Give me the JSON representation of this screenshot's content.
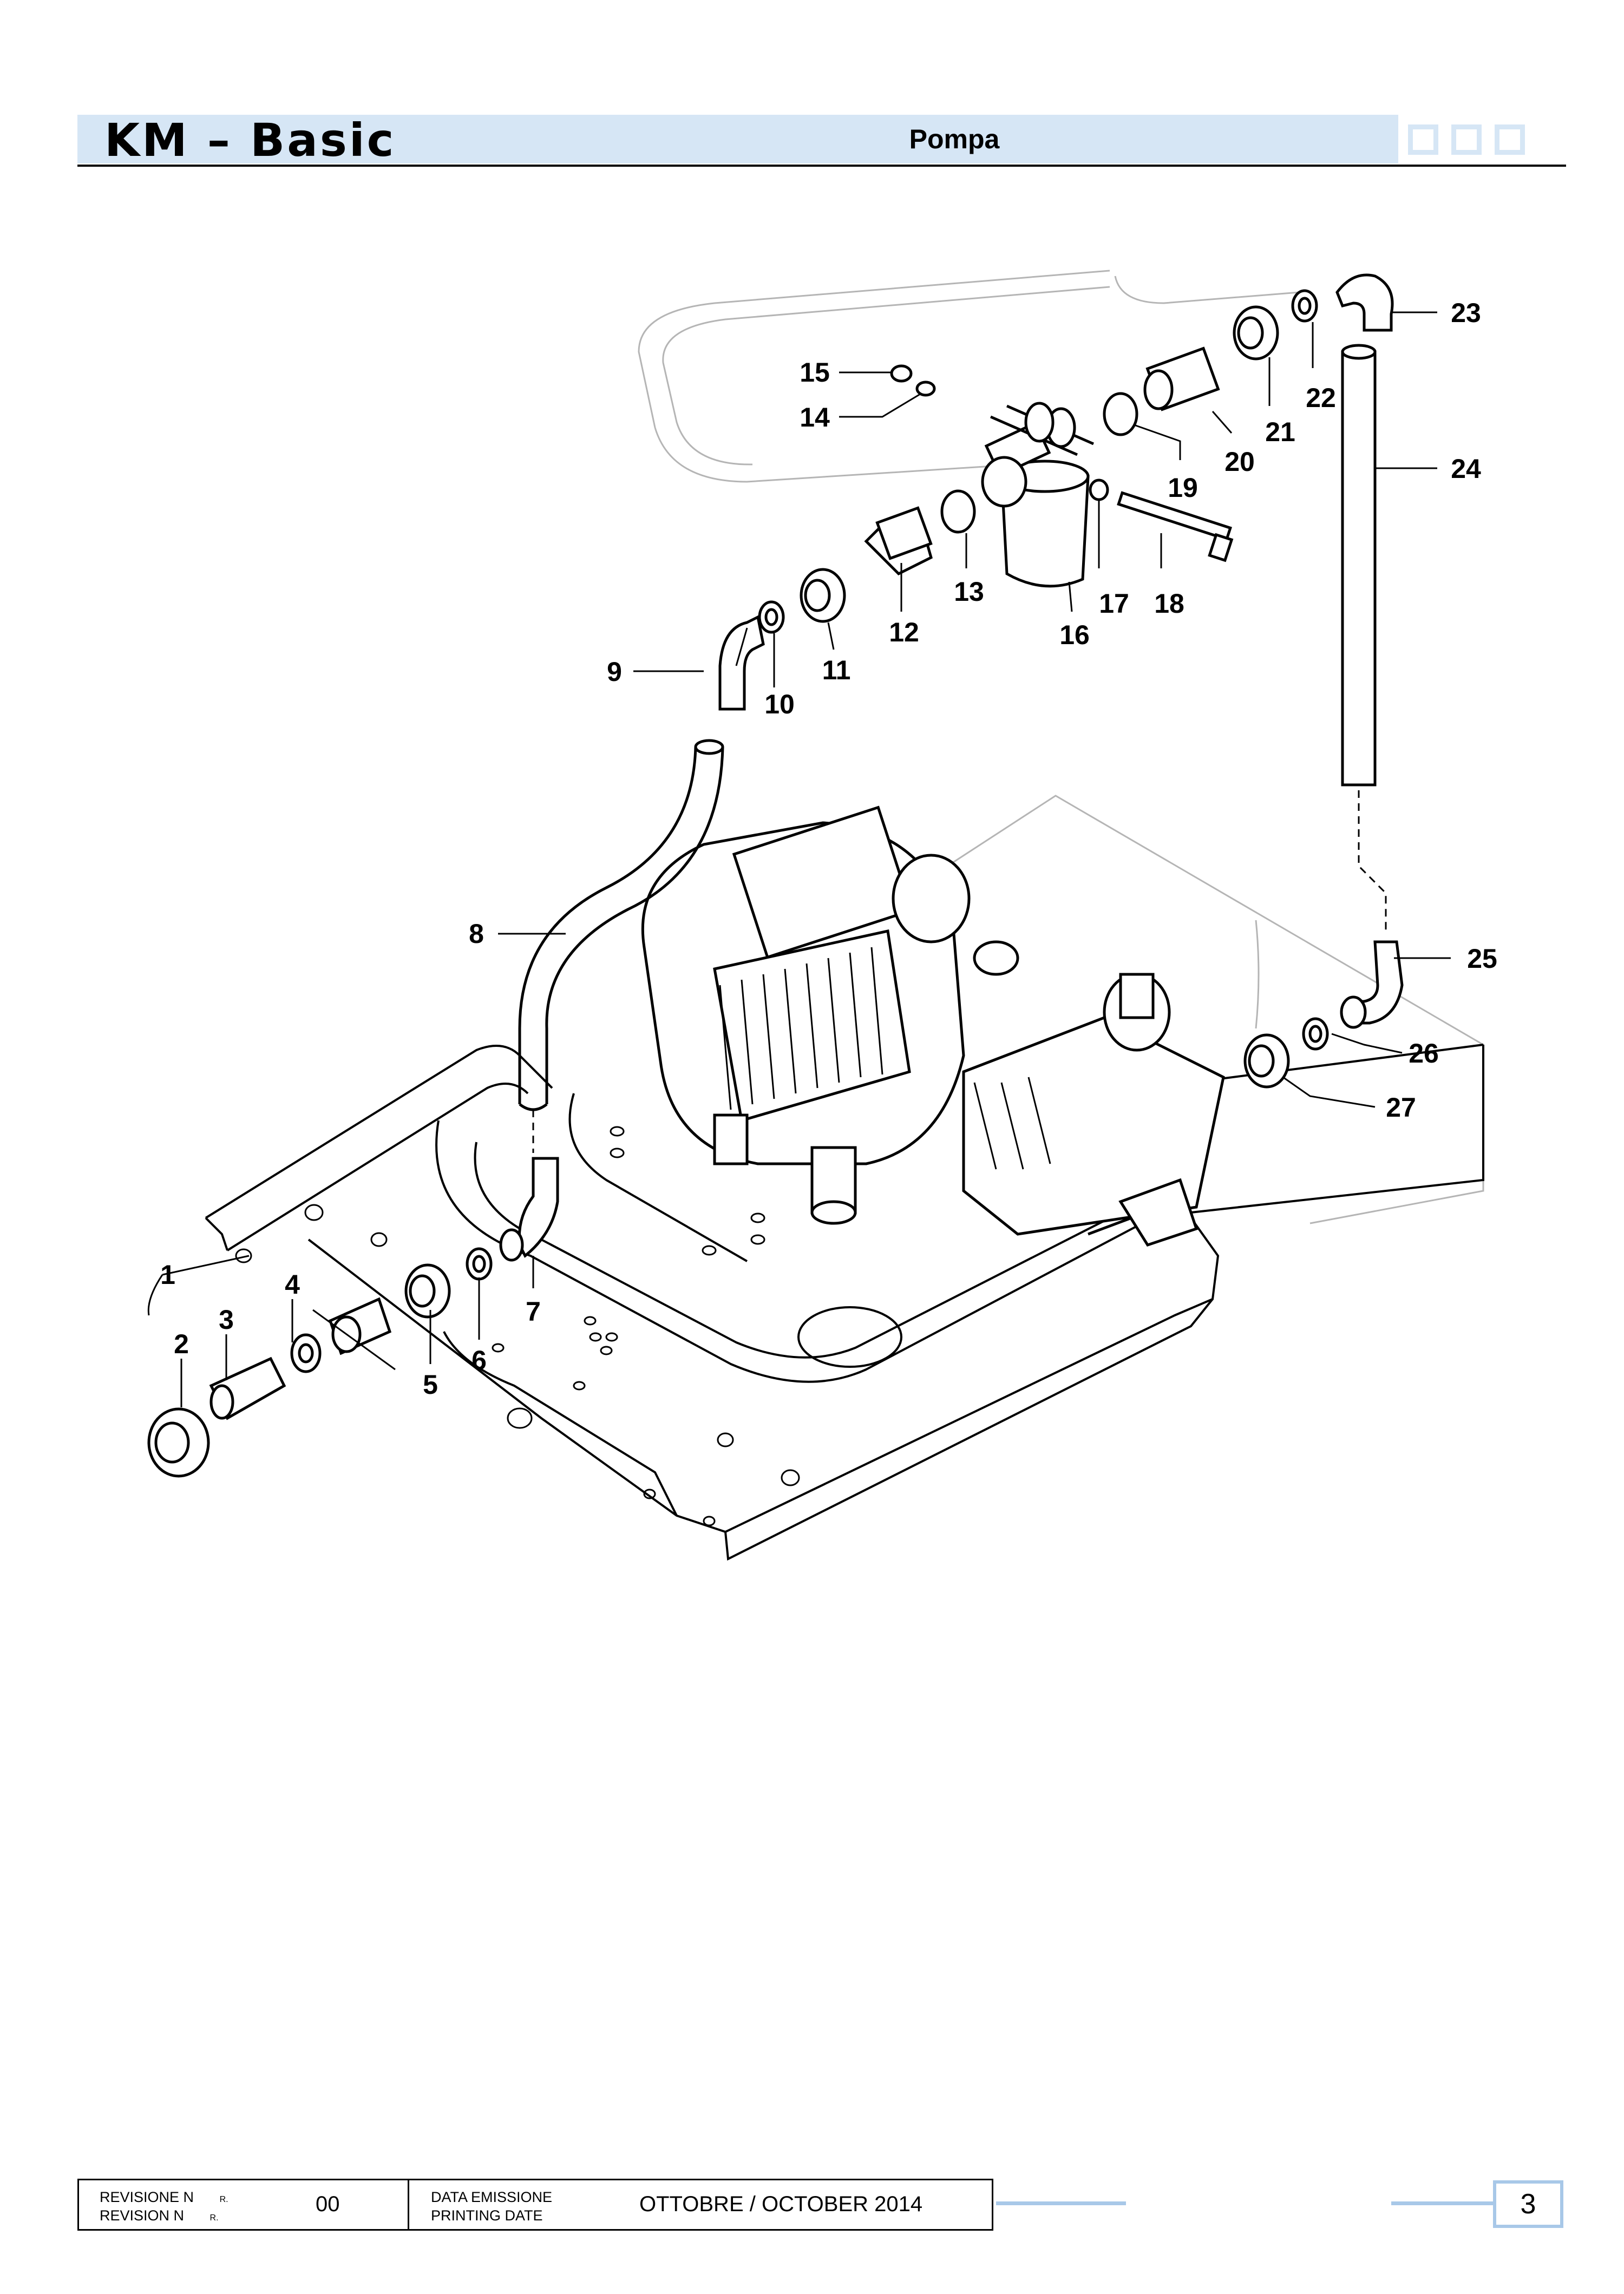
{
  "header": {
    "title": "KM – Basic",
    "section": "Pompa"
  },
  "callouts": [
    "1",
    "2",
    "3",
    "4",
    "5",
    "6",
    "7",
    "8",
    "9",
    "10",
    "11",
    "12",
    "13",
    "14",
    "15",
    "16",
    "17",
    "18",
    "19",
    "20",
    "21",
    "22",
    "23",
    "24",
    "25",
    "26",
    "27"
  ],
  "footer": {
    "revision_label_it": "REVISIONE N",
    "revision_label_en": "REVISION N",
    "revision_suffix": "R.",
    "revision_value": "00",
    "date_label_it": "DATA EMISSIONE",
    "date_label_en": "PRINTING DATE",
    "date_value": "OTTOBRE / OCTOBER 2014",
    "page_number": "3"
  },
  "colors": {
    "header_band": "#d6e6f5",
    "footer_accent": "#a8c8e8"
  }
}
